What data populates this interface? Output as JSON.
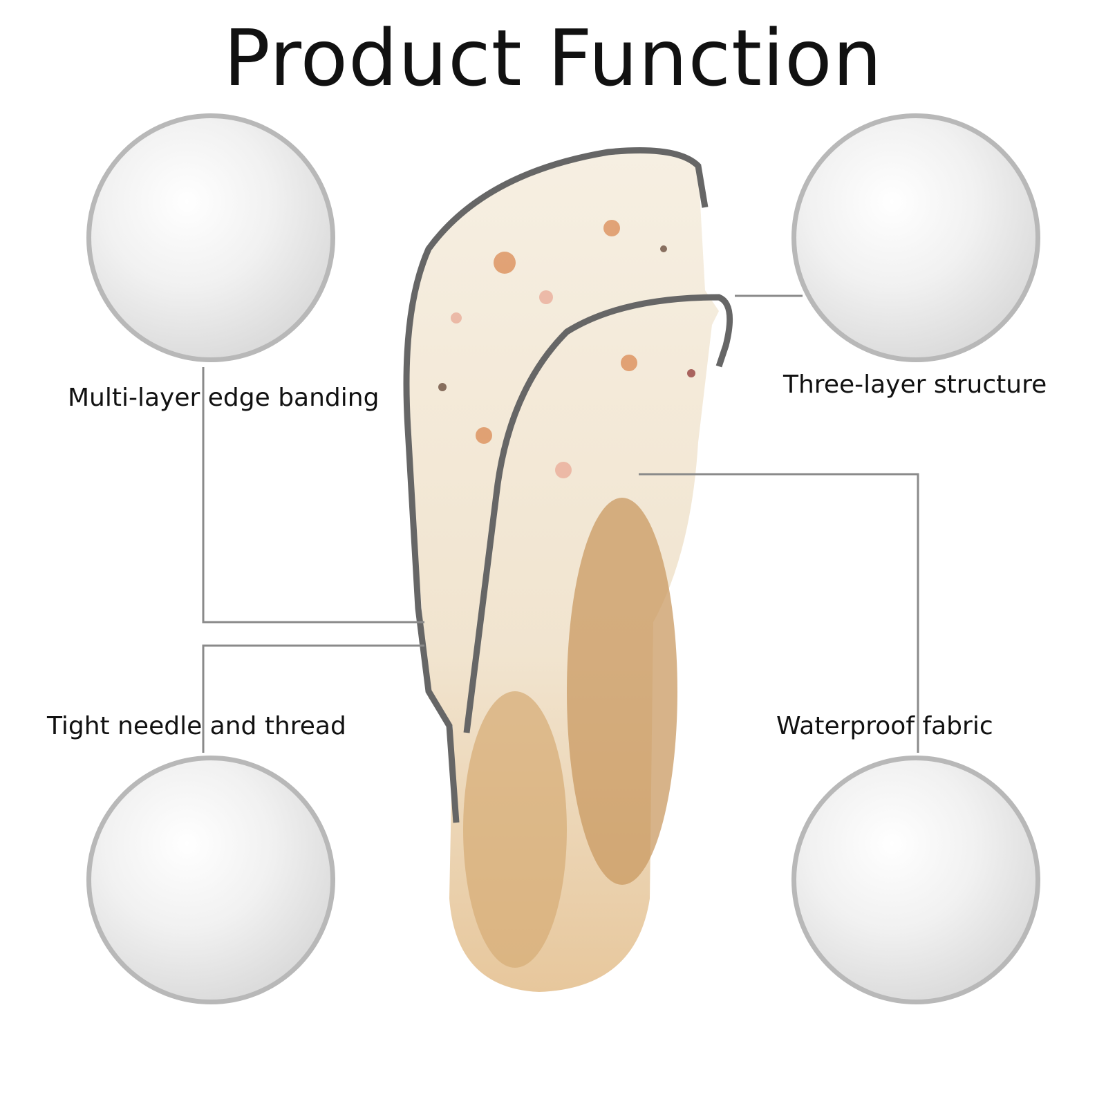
{
  "title": "Product Function",
  "features": [
    {
      "label": "Multi-layer edge banding"
    },
    {
      "label": "Three-layer structure"
    },
    {
      "label": "Tight needle and thread"
    },
    {
      "label": "Waterproof fabric"
    }
  ],
  "colors": {
    "circle_border": "#b8b8b8",
    "line": "#8a8a8a",
    "trim": "#666666",
    "fabric": "#f4ecdc"
  }
}
